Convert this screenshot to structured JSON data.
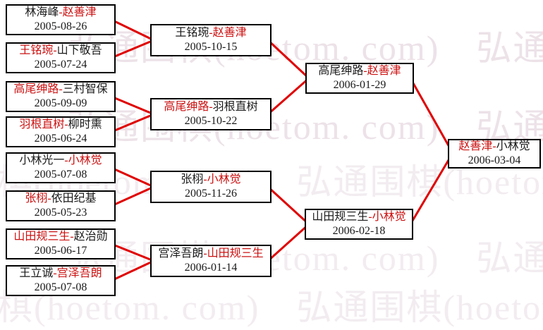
{
  "watermark": {
    "text": "弘通围棋(hoetom. com)",
    "row": "弘通围棋(hoetom. com)　弘通围棋(hoetom. com)　弘通围棋(hoetom. com)"
  },
  "separator": "-",
  "colors": {
    "winner_text": "#cc1111",
    "connector_line": "#e00000",
    "box_border": "#000000",
    "watermark": "#e9dde4"
  },
  "rounds": {
    "r1": [
      {
        "p1": "林海峰",
        "p2": "赵善津",
        "p1_win": false,
        "p2_win": true,
        "date": "2005-08-26"
      },
      {
        "p1": "王铭琬",
        "p2": "山下敬吾",
        "p1_win": true,
        "p2_win": false,
        "date": "2005-07-24"
      },
      {
        "p1": "高尾绅路",
        "p2": "三村智保",
        "p1_win": true,
        "p2_win": false,
        "date": "2005-09-09"
      },
      {
        "p1": "羽根直树",
        "p2": "柳时熏",
        "p1_win": true,
        "p2_win": false,
        "date": "2005-06-24"
      },
      {
        "p1": "小林光一",
        "p2": "小林觉",
        "p1_win": false,
        "p2_win": true,
        "date": "2005-07-08"
      },
      {
        "p1": "张栩",
        "p2": "依田纪基",
        "p1_win": true,
        "p2_win": false,
        "date": "2005-05-23"
      },
      {
        "p1": "山田规三生",
        "p2": "赵治勋",
        "p1_win": true,
        "p2_win": false,
        "date": "2005-06-17"
      },
      {
        "p1": "王立诚",
        "p2": "宫泽吾朗",
        "p1_win": false,
        "p2_win": true,
        "date": "2005-07-08"
      }
    ],
    "r2": [
      {
        "p1": "王铭琬",
        "p2": "赵善津",
        "p1_win": false,
        "p2_win": true,
        "date": "2005-10-15"
      },
      {
        "p1": "高尾绅路",
        "p2": "羽根直树",
        "p1_win": true,
        "p2_win": false,
        "date": "2005-10-22"
      },
      {
        "p1": "张栩",
        "p2": "小林觉",
        "p1_win": false,
        "p2_win": true,
        "date": "2005-11-26"
      },
      {
        "p1": "宫泽吾朗",
        "p2": "山田规三生",
        "p1_win": false,
        "p2_win": true,
        "date": "2006-01-14"
      }
    ],
    "r3": [
      {
        "p1": "高尾绅路",
        "p2": "赵善津",
        "p1_win": false,
        "p2_win": true,
        "date": "2006-01-29"
      },
      {
        "p1": "山田规三生",
        "p2": "小林觉",
        "p1_win": false,
        "p2_win": true,
        "date": "2006-02-18"
      }
    ],
    "final": [
      {
        "p1": "赵善津",
        "p2": "小林觉",
        "p1_win": true,
        "p2_win": false,
        "date": "2006-03-04"
      }
    ]
  }
}
